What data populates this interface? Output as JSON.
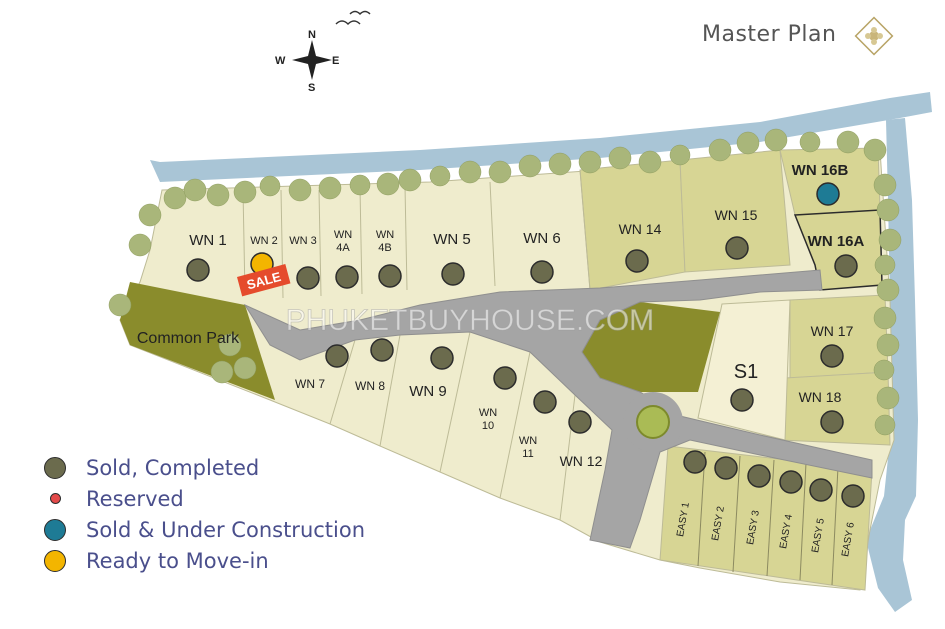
{
  "header": {
    "title": "Master Plan"
  },
  "compass": {
    "n": "N",
    "s": "S",
    "e": "E",
    "w": "W"
  },
  "watermark": "PHUKETBUYHOUSE.COM",
  "sale_tag": "SALE",
  "colors": {
    "sold_completed": "#6b6b4d",
    "reserved": "#e34a4a",
    "under_construction": "#1e7b95",
    "ready": "#f3b500",
    "water": "#a9c5d6",
    "tree": "#a9b67a",
    "plot_sold": "#d7d594",
    "plot_light": "#f4f0d4",
    "road": "#a5a5a5",
    "park": "#8a8c2c"
  },
  "legend": {
    "items": [
      {
        "label": "Sold, Completed",
        "color": "#6b6b4d"
      },
      {
        "label": "Reserved",
        "color": "#e34a4a"
      },
      {
        "label": "Sold & Under Construction",
        "color": "#1e7b95"
      },
      {
        "label": "Ready to Move-in",
        "color": "#f3b500"
      }
    ]
  },
  "plots": [
    {
      "label": "WN 1",
      "status": "sold_completed"
    },
    {
      "label": "WN 2",
      "status": "ready"
    },
    {
      "label": "WN 3",
      "status": "sold_completed"
    },
    {
      "label": "WN 4A",
      "status": "sold_completed"
    },
    {
      "label": "WN 4B",
      "status": "sold_completed"
    },
    {
      "label": "WN 5",
      "status": "sold_completed"
    },
    {
      "label": "WN 6",
      "status": "sold_completed"
    },
    {
      "label": "WN 14",
      "status": "sold_completed"
    },
    {
      "label": "WN 15",
      "status": "sold_completed"
    },
    {
      "label": "WN 16B",
      "status": "under_construction"
    },
    {
      "label": "WN 16A",
      "status": "sold_completed"
    },
    {
      "label": "WN 17",
      "status": "sold_completed"
    },
    {
      "label": "WN 18",
      "status": "sold_completed"
    },
    {
      "label": "S1",
      "status": "sold_completed"
    },
    {
      "label": "WN 7",
      "status": "sold_completed"
    },
    {
      "label": "WN 8",
      "status": "sold_completed"
    },
    {
      "label": "WN 9",
      "status": "sold_completed"
    },
    {
      "label": "WN 10",
      "status": "sold_completed"
    },
    {
      "label": "WN 11",
      "status": "sold_completed"
    },
    {
      "label": "WN 12",
      "status": "sold_completed"
    },
    {
      "label": "EASY 1",
      "status": "sold_completed"
    },
    {
      "label": "EASY 2",
      "status": "sold_completed"
    },
    {
      "label": "EASY 3",
      "status": "sold_completed"
    },
    {
      "label": "EASY 4",
      "status": "sold_completed"
    },
    {
      "label": "EASY 5",
      "status": "sold_completed"
    },
    {
      "label": "EASY 6",
      "status": "sold_completed"
    }
  ],
  "common_park": {
    "label": "Common Park"
  }
}
